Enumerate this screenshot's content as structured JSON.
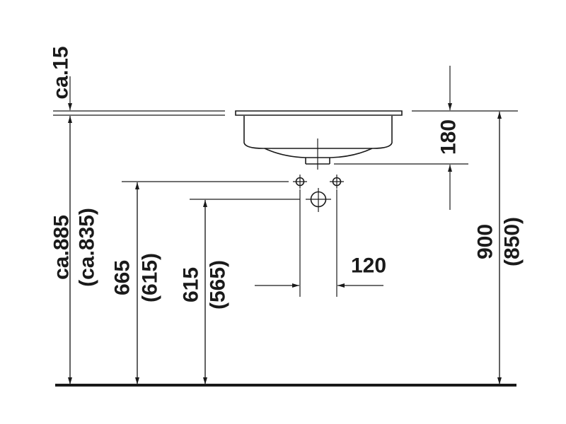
{
  "dimensions": {
    "top_clearance": "ca.15",
    "overall_height": "ca.885",
    "overall_height_alt": "(ca.835)",
    "upper_connection": "665",
    "upper_connection_alt": "(615)",
    "lower_connection": "615",
    "lower_connection_alt": "(565)",
    "spacing": "120",
    "basin_depth": "180",
    "rim_height": "900",
    "rim_height_alt": "(850)"
  }
}
